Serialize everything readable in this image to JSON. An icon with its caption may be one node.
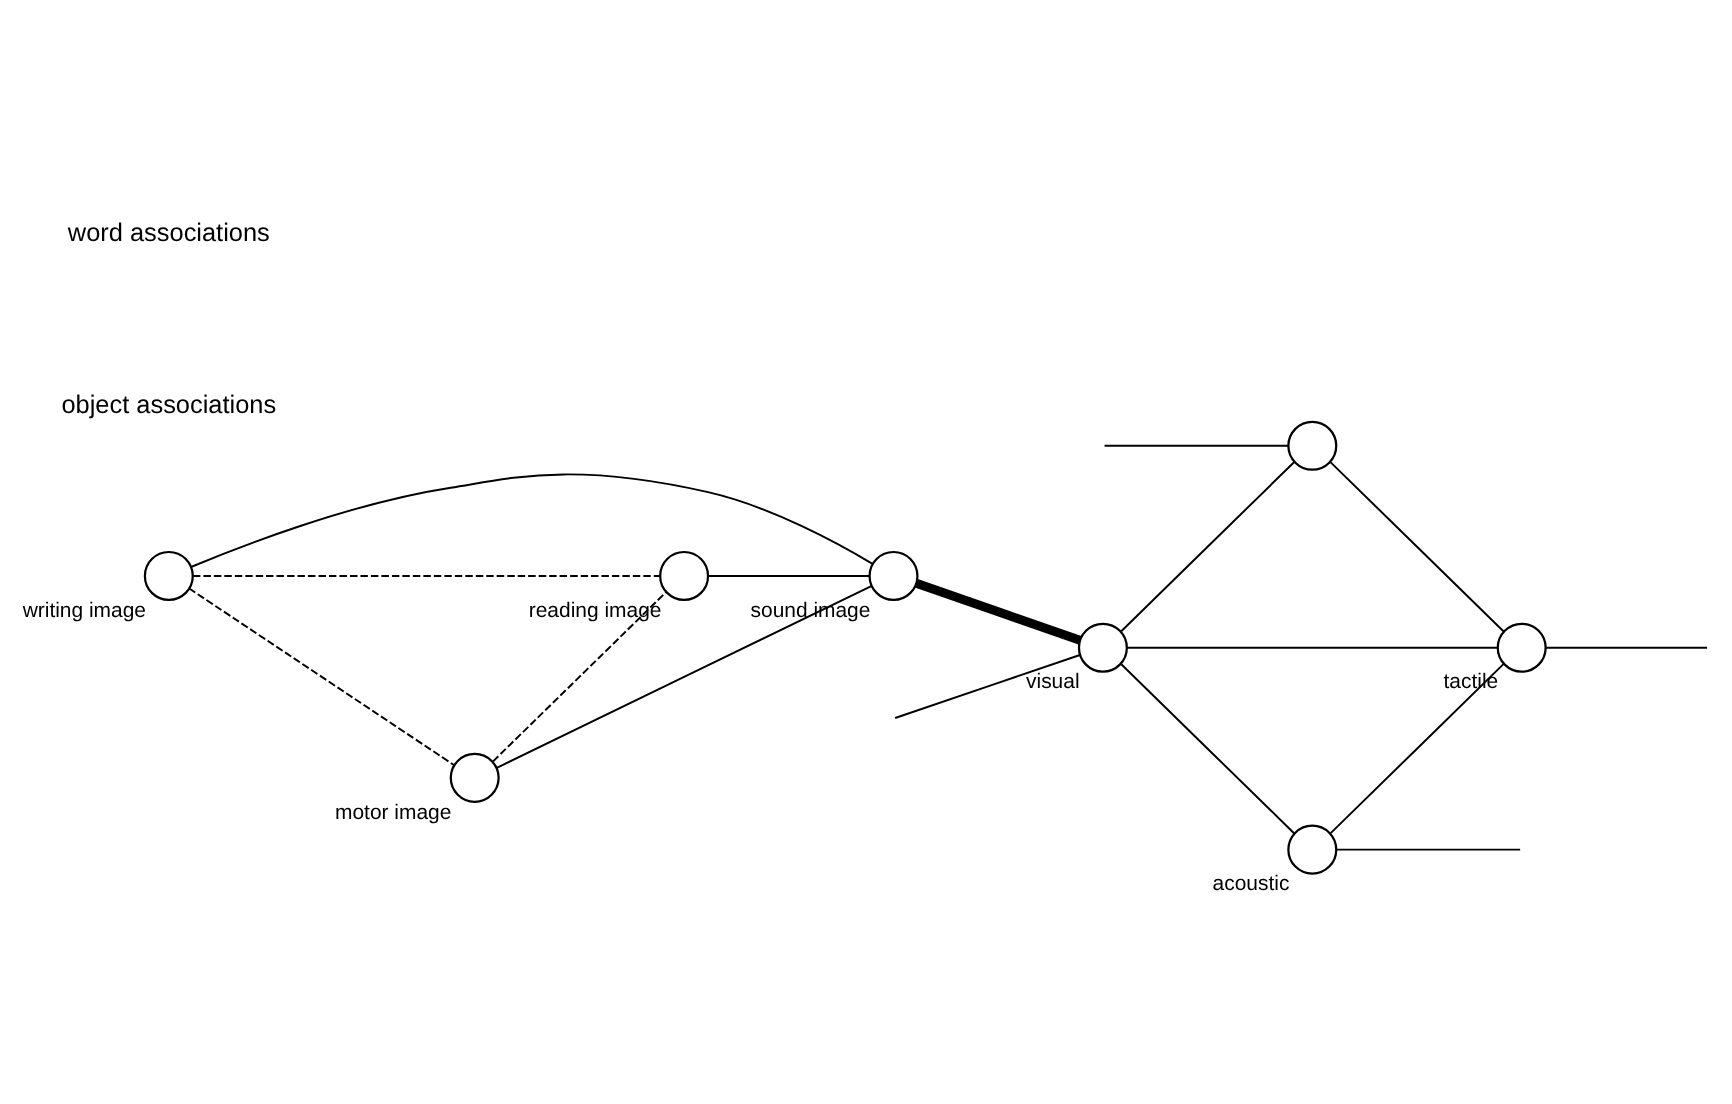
{
  "diagram": {
    "nodes": [
      {
        "text": [],
        "shape": "circle"
      },
      {
        "text": [],
        "shape": "circle",
        "beside": [
          "tactile"
        ]
      },
      {
        "text": [],
        "shape": "circle",
        "beside": [
          "visual"
        ]
      },
      {
        "text": [],
        "shape": "circle",
        "beside": [
          "acoustic"
        ]
      },
      {
        "text": [],
        "shape": "circle",
        "beside": [
          "reading image"
        ]
      },
      {
        "text": [],
        "shape": "circle",
        "beside": [
          "writing image"
        ]
      },
      {
        "text": [],
        "shape": "circle",
        "beside": [
          "sound image"
        ]
      },
      {
        "text": [],
        "shape": "circle",
        "beside": [
          "motor image"
        ]
      }
    ],
    "edges": [
      {
        "from": null,
        "to": 0,
        "arrow": "none"
      },
      {
        "from": 1,
        "to": null,
        "arrow": "none"
      },
      {
        "from": null,
        "to": 2,
        "arrow": "none"
      },
      {
        "from": 3,
        "to": null,
        "arrow": "none"
      },
      {
        "from": 0,
        "to": 1,
        "arrow": "none"
      },
      {
        "from": 2,
        "to": 0,
        "arrow": "none"
      },
      {
        "from": 2,
        "to": 1,
        "arrow": "none"
      },
      {
        "from": 2,
        "to": 3,
        "arrow": "none"
      },
      {
        "from": 3,
        "to": 1,
        "arrow": "none"
      },
      {
        "from": 6,
        "to": 2,
        "arrow": "none",
        "style": "thick"
      },
      {
        "from": 4,
        "to": 6,
        "arrow": "none"
      },
      {
        "from": 5,
        "to": 6,
        "arrow": "none"
      },
      {
        "from": 7,
        "to": 6,
        "arrow": "none"
      },
      {
        "from": 5,
        "to": 4,
        "arrow": "none",
        "style": "dashed"
      },
      {
        "from": 7,
        "to": 4,
        "arrow": "none",
        "style": "dashed"
      },
      {
        "from": 5,
        "to": 7,
        "arrow": "none",
        "style": "dashed"
      }
    ],
    "labels": [
      "object associations",
      "word associations"
    ]
  }
}
